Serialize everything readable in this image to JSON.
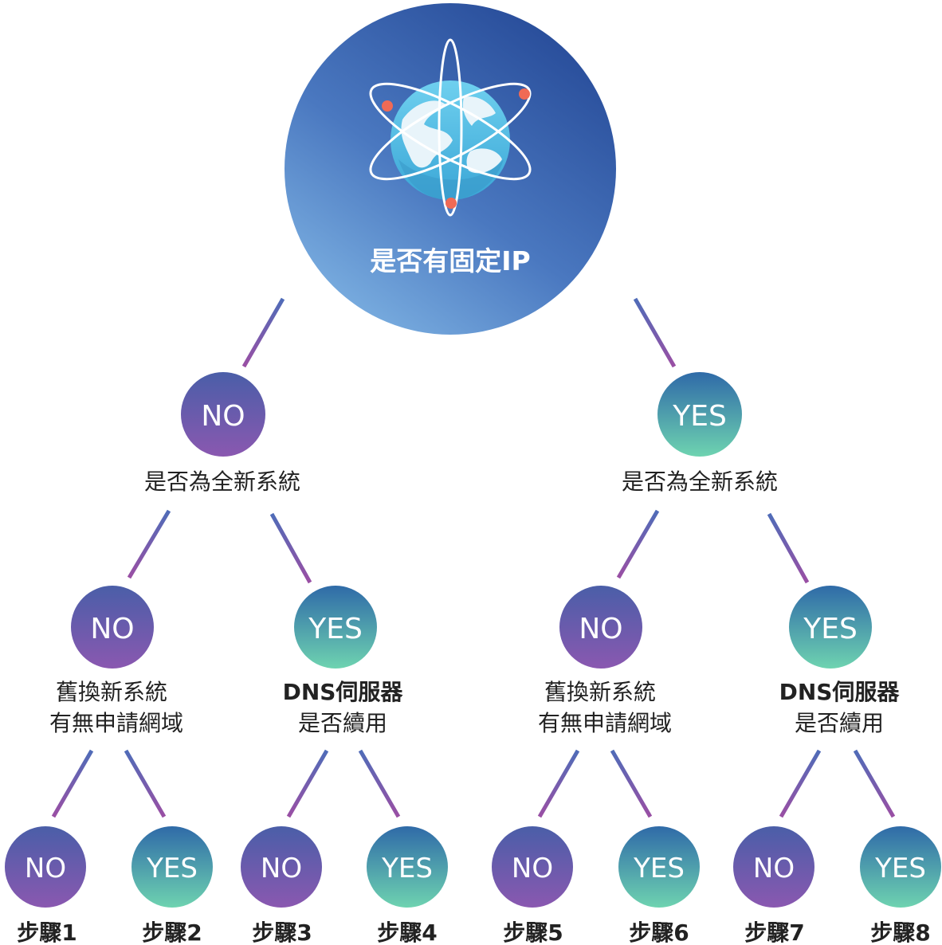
{
  "root": {
    "question": "是否有固定IP",
    "icon": "globe-orbit-icon"
  },
  "level1": {
    "left": {
      "answer": "NO",
      "question": "是否為全新系統"
    },
    "right": {
      "answer": "YES",
      "question": "是否為全新系統"
    }
  },
  "level2": [
    {
      "answer": "NO",
      "line1": "舊換新系統",
      "line2": "有無申請網域"
    },
    {
      "answer": "YES",
      "line1": "DNS伺服器",
      "line2": "是否續用"
    },
    {
      "answer": "NO",
      "line1": "舊換新系統",
      "line2": "有無申請網域"
    },
    {
      "answer": "YES",
      "line1": "DNS伺服器",
      "line2": "是否續用"
    }
  ],
  "leaves": [
    {
      "answer": "NO",
      "step": "步驟1"
    },
    {
      "answer": "YES",
      "step": "步驟2"
    },
    {
      "answer": "NO",
      "step": "步驟3"
    },
    {
      "answer": "YES",
      "step": "步驟4"
    },
    {
      "answer": "NO",
      "step": "步驟5"
    },
    {
      "answer": "YES",
      "step": "步驟6"
    },
    {
      "answer": "NO",
      "step": "步驟7"
    },
    {
      "answer": "YES",
      "step": "步驟8"
    }
  ],
  "colors": {
    "no_gradient": [
      "#4a5ea8",
      "#8a58b0"
    ],
    "yes_gradient": [
      "#2f6aa8",
      "#6ed3b0"
    ],
    "root_gradient": [
      "#2a4f9c",
      "#7aaee0"
    ],
    "connector": [
      "#8a4fa4",
      "#4f6cb8"
    ]
  }
}
